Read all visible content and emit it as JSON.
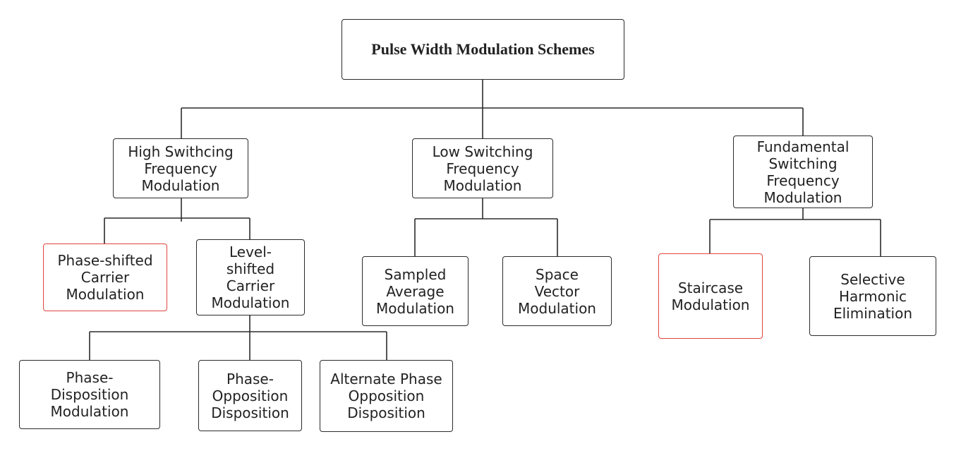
{
  "diagram": {
    "root": "Pulse Width Modulation Schemes",
    "high": "High Swithcing\nFrequency\nModulation",
    "low": "Low Switching\nFrequency\nModulation",
    "fundamental": "Fundamental\nSwitching\nFrequency\nModulation",
    "phase_shifted": "Phase-shifted\nCarrier\nModulation",
    "level_shifted": "Level-\nshifted\nCarrier\nModulation",
    "sampled_average": "Sampled\nAverage\nModulation",
    "space_vector": "Space\nVector\nModulation",
    "staircase": "Staircase\nModulation",
    "selective_harmonic": "Selective\nHarmonic\nElimination",
    "phase_disposition": "Phase-\nDisposition\nModulation",
    "phase_opposition": "Phase-\nOpposition\nDisposition",
    "alternate_phase": "Alternate Phase\nOpposition\nDisposition"
  },
  "colors": {
    "line": "#2b2b2b",
    "highlight_border": "#e0453f"
  }
}
